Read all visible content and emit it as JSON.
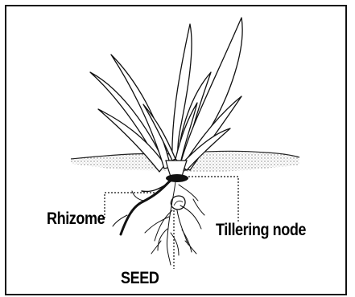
{
  "labels": {
    "rhizome": "Rhizome",
    "tillering_node": "Tillering node",
    "seed": "SEED"
  },
  "colors": {
    "ink": "#000000",
    "soil": "#8a8a8a"
  }
}
